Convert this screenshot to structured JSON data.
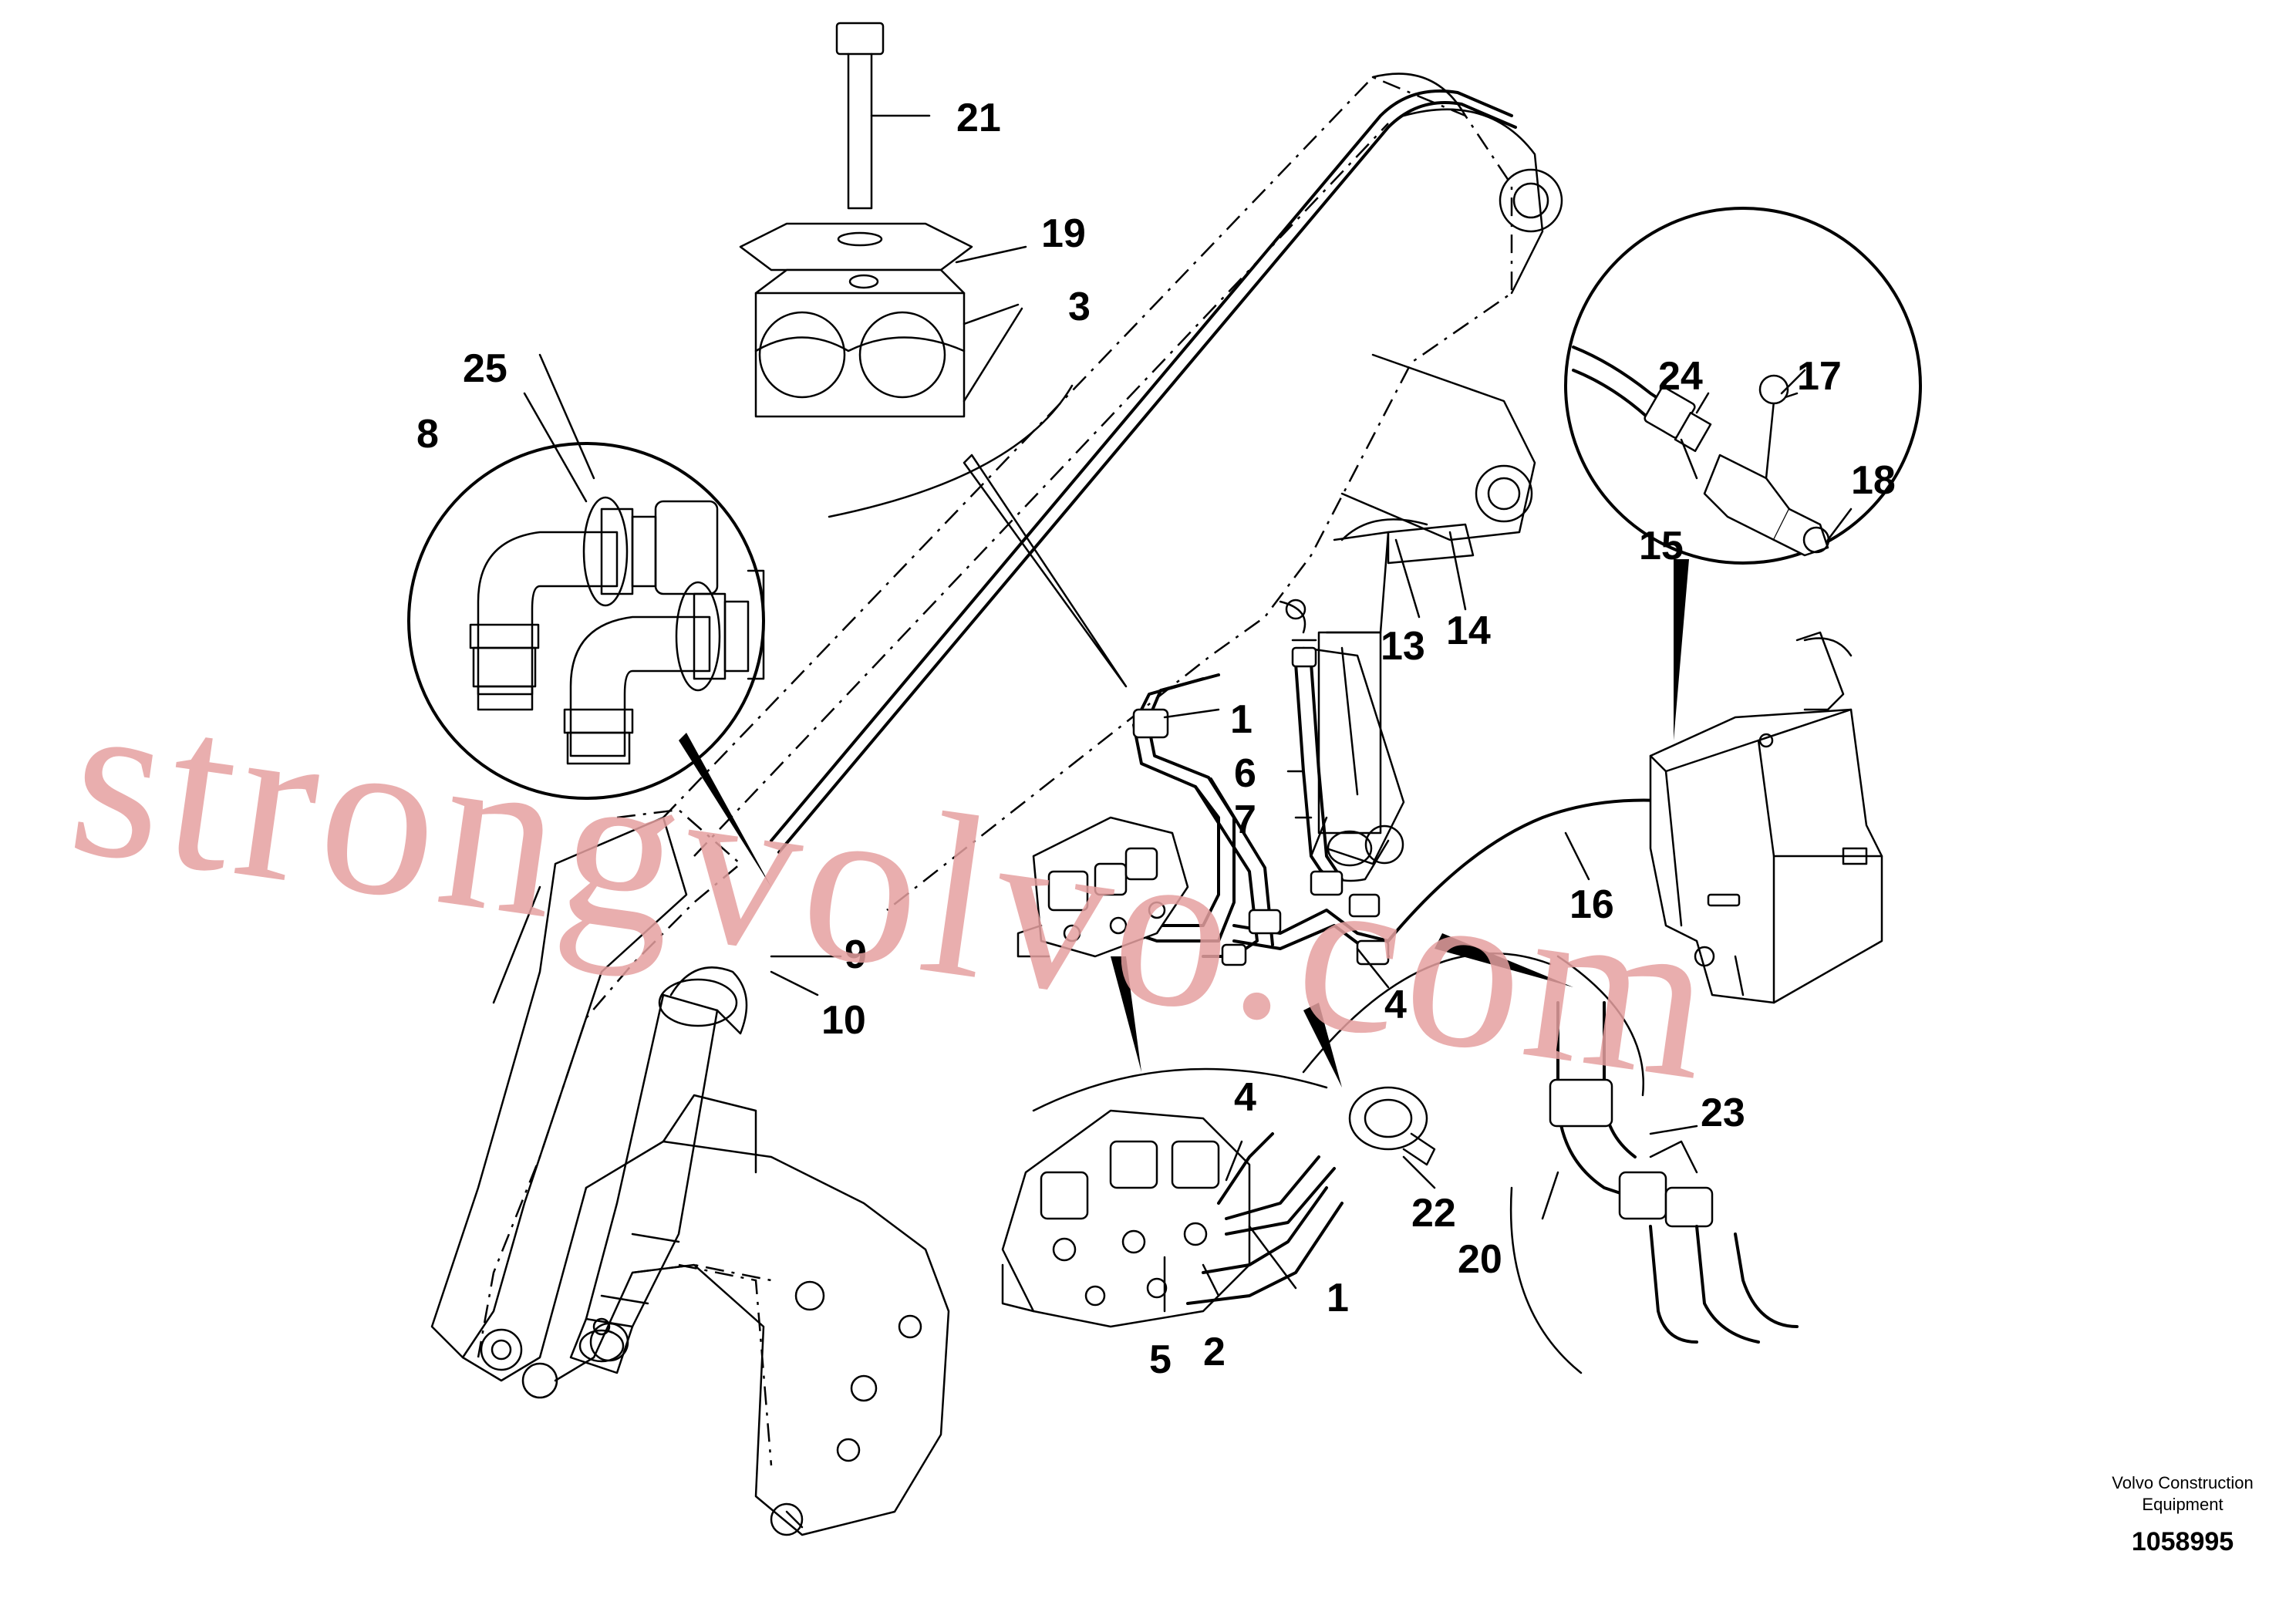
{
  "watermark": "strongvolvo.com",
  "footer": {
    "company_line1": "Volvo Construction",
    "company_line2": "Equipment",
    "drawing_number": "1058995"
  },
  "callouts": {
    "c1a": "1",
    "c1b": "1",
    "c2": "2",
    "c3": "3",
    "c4a": "4",
    "c4b": "4",
    "c5": "5",
    "c6": "6",
    "c7": "7",
    "c8": "8",
    "c9": "9",
    "c10": "10",
    "c13": "13",
    "c14": "14",
    "c15": "15",
    "c16": "16",
    "c17": "17",
    "c18": "18",
    "c19": "19",
    "c20": "20",
    "c21": "21",
    "c22": "22",
    "c23": "23",
    "c24": "24",
    "c25": "25"
  }
}
